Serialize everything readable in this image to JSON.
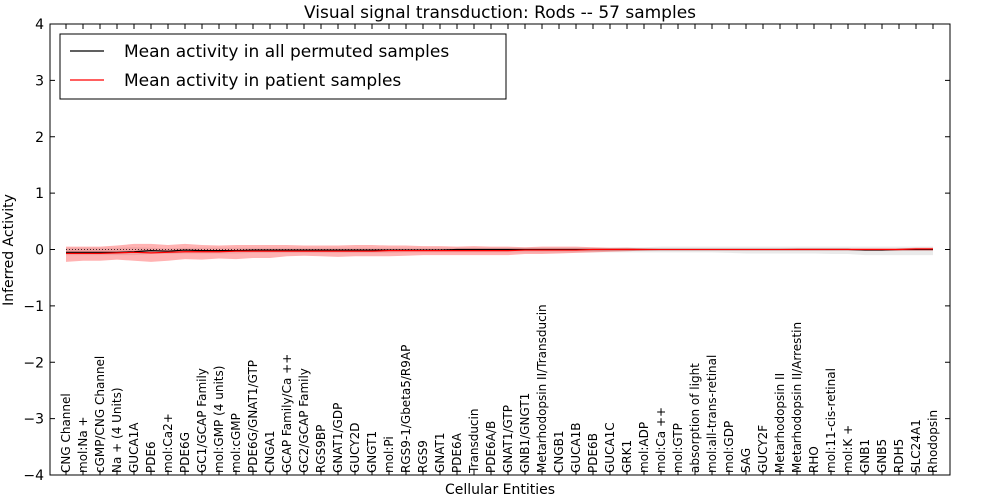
{
  "chart_data": {
    "type": "line",
    "title": "Visual signal transduction: Rods -- 57 samples",
    "xlabel": "Cellular Entities",
    "ylabel": "Inferred Activity",
    "ylim": [
      -4,
      4
    ],
    "yticks": [
      4,
      3,
      2,
      1,
      0,
      -1,
      -2,
      -3,
      -4
    ],
    "ytick_labels": [
      "4",
      "3",
      "2",
      "1",
      "0",
      "−1",
      "−2",
      "−3",
      "−4"
    ],
    "grid": false,
    "legend_position": "top-left",
    "categories": [
      "CNG Channel",
      "mol:Na +",
      "cGMP/CNG Channel",
      "Na + (4 Units)",
      "GUCA1A",
      "PDE6",
      "mol:Ca2+",
      "PDE6G",
      "GC1/GCAP Family",
      "mol:GMP (4 units)",
      "mol:cGMP",
      "PDE6G/GNAT1/GTP",
      "CNGA1",
      "GCAP Family/Ca ++",
      "GC2/GCAP Family",
      "RGS9BP",
      "GNAT1/GDP",
      "GUCY2D",
      "GNGT1",
      "mol:Pi",
      "RGS9-1/Gbeta5/R9AP",
      "RGS9",
      "GNAT1",
      "PDE6A",
      "Transducin",
      "PDE6A/B",
      "GNAT1/GTP",
      "GNB1/GNGT1",
      "Metarhodopsin II/Transducin",
      "CNGB1",
      "GUCA1B",
      "PDE6B",
      "GUCA1C",
      "GRK1",
      "mol:ADP",
      "mol:Ca ++",
      "mol:GTP",
      "absorption of light",
      "mol:all-trans-retinal",
      "mol:GDP",
      "SAG",
      "GUCY2F",
      "Metarhodopsin II",
      "Metarhodopsin II/Arrestin",
      "RHO",
      "mol:11-cis-retinal",
      "mol:K +",
      "GNB1",
      "GNB5",
      "RDH5",
      "SLC24A1",
      "Rhodopsin"
    ],
    "series": [
      {
        "name": "Mean activity in all permuted samples",
        "color": "#000000",
        "values": [
          -0.05,
          -0.05,
          -0.05,
          -0.05,
          -0.04,
          -0.02,
          -0.03,
          -0.01,
          -0.02,
          -0.02,
          -0.02,
          -0.01,
          -0.01,
          -0.01,
          -0.01,
          -0.01,
          -0.01,
          -0.01,
          -0.01,
          -0.01,
          -0.01,
          -0.01,
          -0.01,
          0.0,
          0.0,
          0.0,
          0.0,
          0.0,
          0.0,
          0.0,
          0.0,
          0.0,
          0.0,
          0.0,
          0.0,
          0.0,
          0.0,
          0.0,
          0.0,
          0.0,
          0.0,
          0.0,
          0.0,
          0.0,
          0.0,
          0.0,
          0.0,
          -0.01,
          -0.01,
          0.0,
          0.0,
          0.0
        ],
        "band_upper": [
          0.03,
          0.03,
          0.03,
          0.03,
          0.04,
          0.03,
          0.02,
          0.03,
          0.03,
          0.03,
          0.03,
          0.03,
          0.03,
          0.03,
          0.03,
          0.03,
          0.03,
          0.03,
          0.03,
          0.03,
          0.03,
          0.03,
          0.03,
          0.03,
          0.03,
          0.03,
          0.03,
          0.03,
          0.03,
          0.03,
          0.03,
          0.03,
          0.03,
          0.04,
          0.04,
          0.05,
          0.05,
          0.05,
          0.05,
          0.05,
          0.05,
          0.05,
          0.05,
          0.05,
          0.05,
          0.05,
          0.05,
          0.05,
          0.05,
          0.05,
          0.05,
          0.05
        ],
        "band_lower": [
          -0.1,
          -0.1,
          -0.1,
          -0.1,
          -0.1,
          -0.08,
          -0.08,
          -0.07,
          -0.07,
          -0.07,
          -0.07,
          -0.06,
          -0.06,
          -0.06,
          -0.06,
          -0.06,
          -0.06,
          -0.06,
          -0.06,
          -0.06,
          -0.05,
          -0.05,
          -0.05,
          -0.05,
          -0.05,
          -0.05,
          -0.05,
          -0.05,
          -0.05,
          -0.05,
          -0.05,
          -0.05,
          -0.05,
          -0.05,
          -0.05,
          -0.05,
          -0.05,
          -0.05,
          -0.05,
          -0.06,
          -0.07,
          -0.07,
          -0.07,
          -0.07,
          -0.07,
          -0.08,
          -0.08,
          -0.1,
          -0.1,
          -0.1,
          -0.1,
          -0.1
        ]
      },
      {
        "name": "Mean activity in patient samples",
        "color": "#ff0000",
        "values": [
          -0.07,
          -0.07,
          -0.07,
          -0.06,
          -0.05,
          -0.06,
          -0.05,
          -0.04,
          -0.04,
          -0.04,
          -0.03,
          -0.03,
          -0.03,
          -0.03,
          -0.03,
          -0.03,
          -0.03,
          -0.03,
          -0.03,
          -0.02,
          -0.02,
          -0.02,
          -0.02,
          -0.02,
          -0.02,
          -0.02,
          -0.02,
          -0.01,
          -0.01,
          -0.01,
          -0.01,
          0.0,
          0.0,
          0.0,
          0.0,
          0.0,
          0.0,
          0.0,
          0.0,
          0.0,
          0.0,
          0.0,
          0.0,
          0.0,
          0.0,
          0.0,
          0.0,
          0.0,
          0.0,
          0.0,
          0.01,
          0.01
        ],
        "band_upper": [
          0.05,
          0.05,
          0.05,
          0.07,
          0.1,
          0.1,
          0.08,
          0.1,
          0.08,
          0.07,
          0.08,
          0.08,
          0.08,
          0.08,
          0.07,
          0.07,
          0.07,
          0.08,
          0.08,
          0.07,
          0.07,
          0.06,
          0.06,
          0.05,
          0.06,
          0.05,
          0.05,
          0.04,
          0.05,
          0.05,
          0.05,
          0.04,
          0.03,
          0.03,
          0.02,
          0.01,
          0.01,
          0.01,
          0.01,
          0.01,
          0.01,
          0.01,
          0.01,
          0.02,
          0.02,
          0.02,
          0.02,
          0.02,
          0.02,
          0.02,
          0.03,
          0.03
        ],
        "band_lower": [
          -0.22,
          -0.2,
          -0.2,
          -0.18,
          -0.2,
          -0.22,
          -0.2,
          -0.17,
          -0.18,
          -0.16,
          -0.17,
          -0.15,
          -0.15,
          -0.12,
          -0.11,
          -0.12,
          -0.13,
          -0.12,
          -0.12,
          -0.12,
          -0.11,
          -0.1,
          -0.1,
          -0.1,
          -0.1,
          -0.1,
          -0.1,
          -0.08,
          -0.08,
          -0.07,
          -0.06,
          -0.05,
          -0.04,
          -0.03,
          -0.02,
          -0.01,
          -0.01,
          -0.01,
          -0.01,
          -0.01,
          -0.01,
          -0.01,
          -0.01,
          -0.01,
          -0.01,
          -0.01,
          -0.01,
          -0.02,
          -0.02,
          -0.02,
          -0.02,
          -0.02
        ]
      }
    ]
  }
}
